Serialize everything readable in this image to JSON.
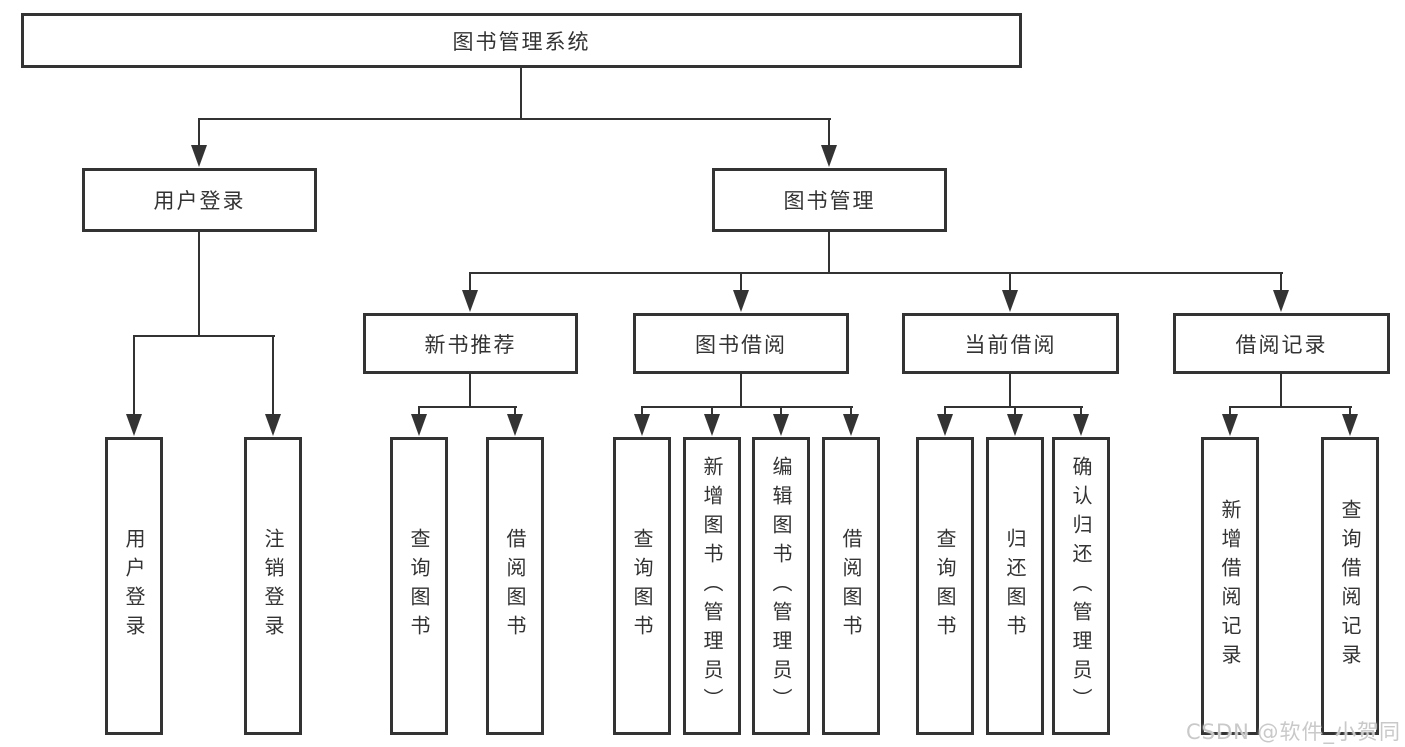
{
  "diagram": {
    "root": {
      "label": "图书管理系统"
    },
    "level2": {
      "user_login": {
        "label": "用户登录"
      },
      "book_mgmt": {
        "label": "图书管理"
      }
    },
    "level3": {
      "new_book_rec": {
        "label": "新书推荐"
      },
      "book_borrow": {
        "label": "图书借阅"
      },
      "current_borrow": {
        "label": "当前借阅"
      },
      "borrow_record": {
        "label": "借阅记录"
      }
    },
    "leaves": {
      "user_login": {
        "label": "用户登录"
      },
      "logout": {
        "label": "注销登录"
      },
      "rec_search_book": {
        "label": "查询图书"
      },
      "rec_borrow_book": {
        "label": "借阅图书"
      },
      "bb_search_book": {
        "label": "查询图书"
      },
      "bb_add_book": {
        "label": "新增图书（管理员）"
      },
      "bb_edit_book": {
        "label": "编辑图书（管理员）"
      },
      "bb_borrow_book": {
        "label": "借阅图书"
      },
      "cb_search_book": {
        "label": "查询图书"
      },
      "cb_return_book": {
        "label": "归还图书"
      },
      "cb_confirm_return": {
        "label": "确认归还（管理员）"
      },
      "br_add_record": {
        "label": "新增借阅记录"
      },
      "br_search_record": {
        "label": "查询借阅记录"
      }
    }
  },
  "watermark": {
    "text": "CSDN @软件_小贺同学"
  },
  "colors": {
    "line": "#333333",
    "box_border": "#333333",
    "text": "#333333",
    "watermark": "#c9c9c9",
    "background": "#ffffff"
  }
}
